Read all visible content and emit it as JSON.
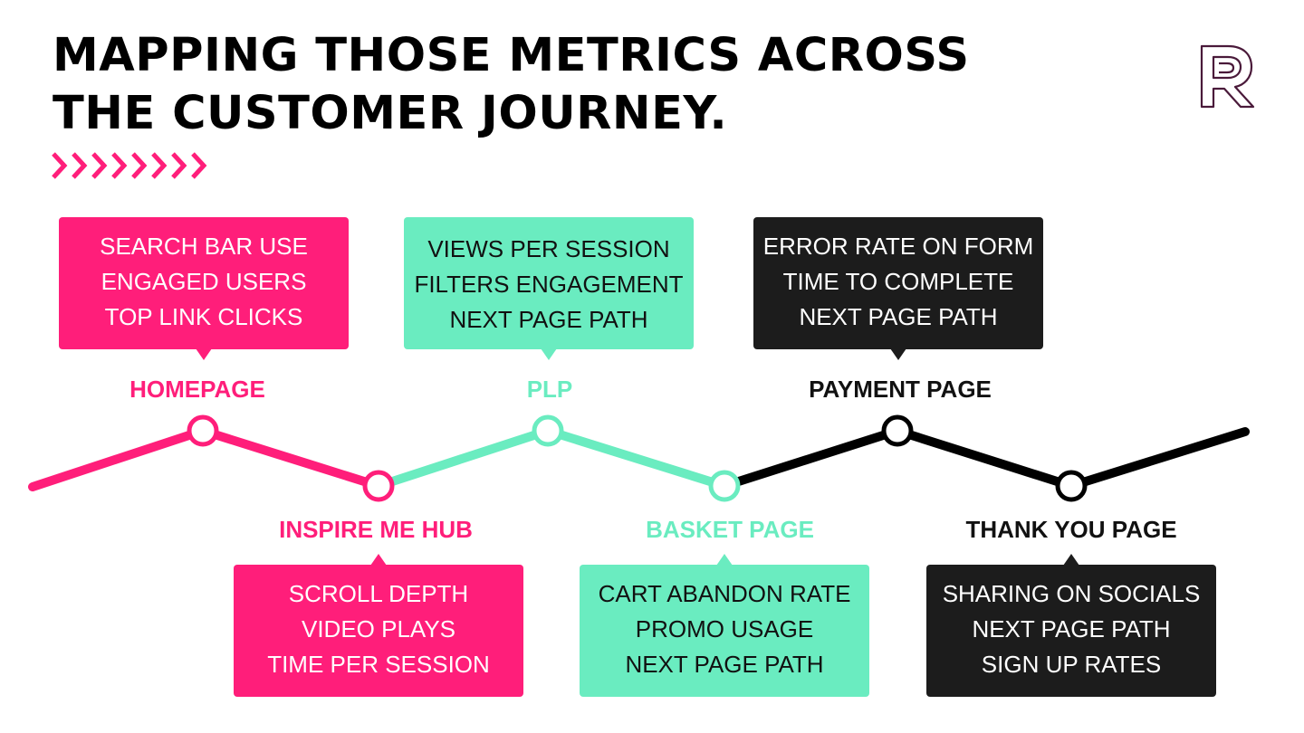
{
  "title": {
    "line1": "MAPPING THOSE METRICS ACROSS",
    "line2": "THE CUSTOMER JOURNEY."
  },
  "decor": {
    "chevron_count": 8,
    "chevron_color": "#ff1e7a",
    "logo_icon": "r-monogram-icon",
    "logo_color": "#4a1a3a"
  },
  "colors": {
    "pink": "#ff1e7a",
    "mint": "#6aecc0",
    "dark": "#1c1c1c"
  },
  "stages": {
    "homepage": {
      "label": "HOMEPAGE",
      "metrics": [
        "SEARCH BAR USE",
        "ENGAGED USERS",
        "TOP LINK CLICKS"
      ]
    },
    "inspire": {
      "label": "INSPIRE ME HUB",
      "metrics": [
        "SCROLL DEPTH",
        "VIDEO PLAYS",
        "TIME PER SESSION"
      ]
    },
    "plp": {
      "label": "PLP",
      "metrics": [
        "VIEWS PER SESSION",
        "FILTERS ENGAGEMENT",
        "NEXT PAGE PATH"
      ]
    },
    "basket": {
      "label": "BASKET PAGE",
      "metrics": [
        "CART ABANDON RATE",
        "PROMO USAGE",
        "NEXT PAGE PATH"
      ]
    },
    "payment": {
      "label": "PAYMENT PAGE",
      "metrics": [
        "ERROR RATE ON FORM",
        "TIME TO COMPLETE",
        "NEXT PAGE PATH"
      ]
    },
    "thankyou": {
      "label": "THANK YOU PAGE",
      "metrics": [
        "SHARING ON SOCIALS",
        "NEXT PAGE PATH",
        "SIGN UP RATES"
      ]
    }
  }
}
